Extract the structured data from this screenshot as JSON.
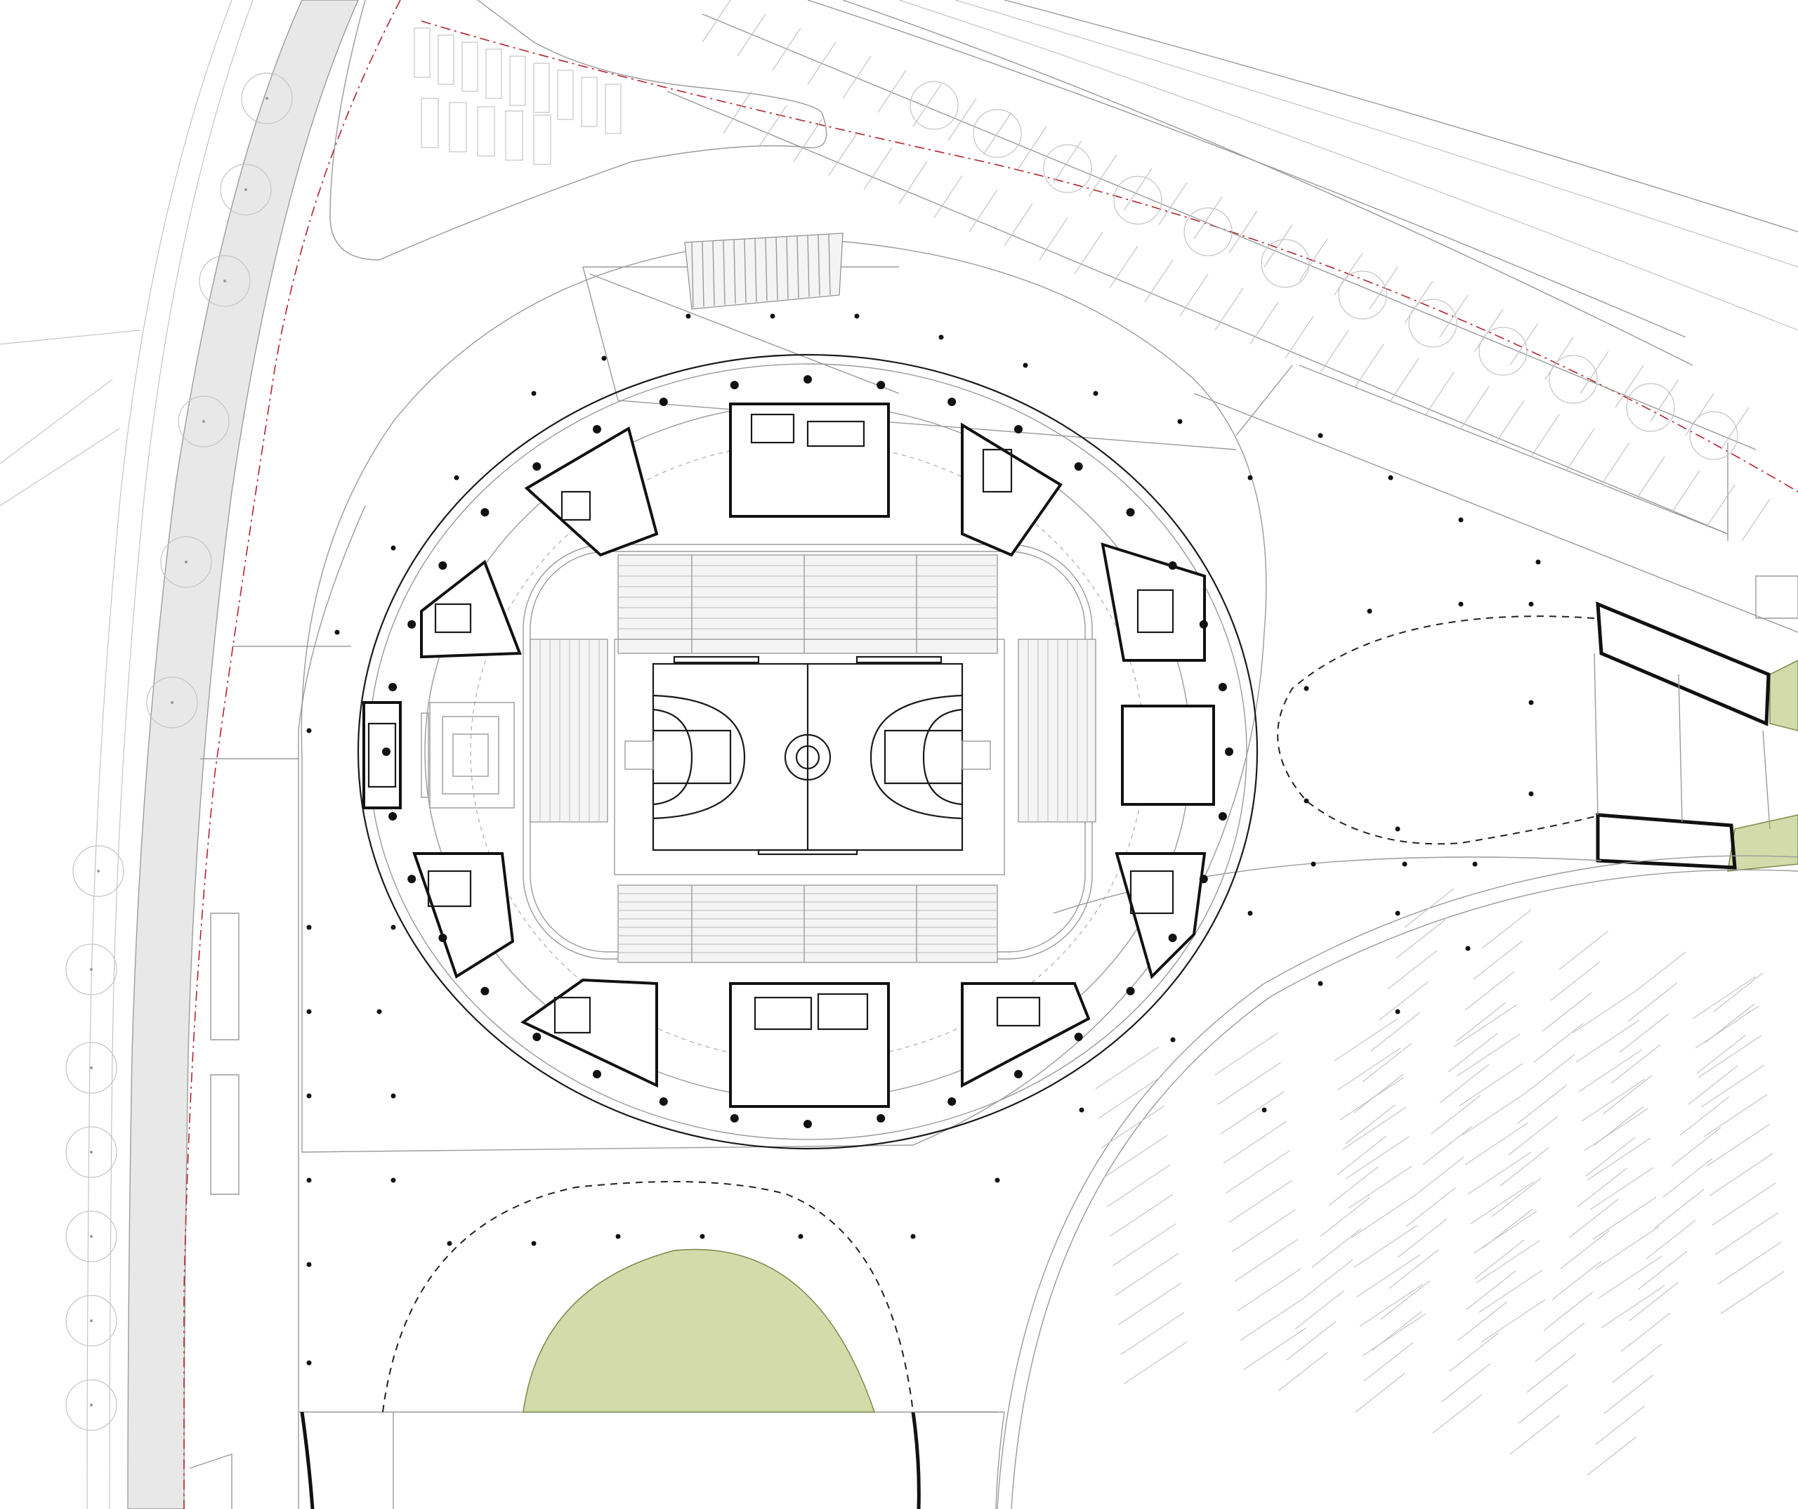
{
  "plan": {
    "colors": {
      "background": "#ffffff",
      "linework": "#9a9a9a",
      "walls": "#111111",
      "road": "#e8e8e8",
      "grass": "#d3dbaa",
      "boundary_red": "#b2222e"
    },
    "elements": [
      "access-road",
      "site-boundary",
      "street-trees",
      "upper-parking-lot",
      "stadium-outer-canopy",
      "concourse-ring",
      "seating-stands",
      "basketball-court",
      "service-cores",
      "column-grid",
      "plaza-dashed-zones",
      "green-lawn",
      "lower-parking-lot",
      "entrance-bridge"
    ]
  }
}
